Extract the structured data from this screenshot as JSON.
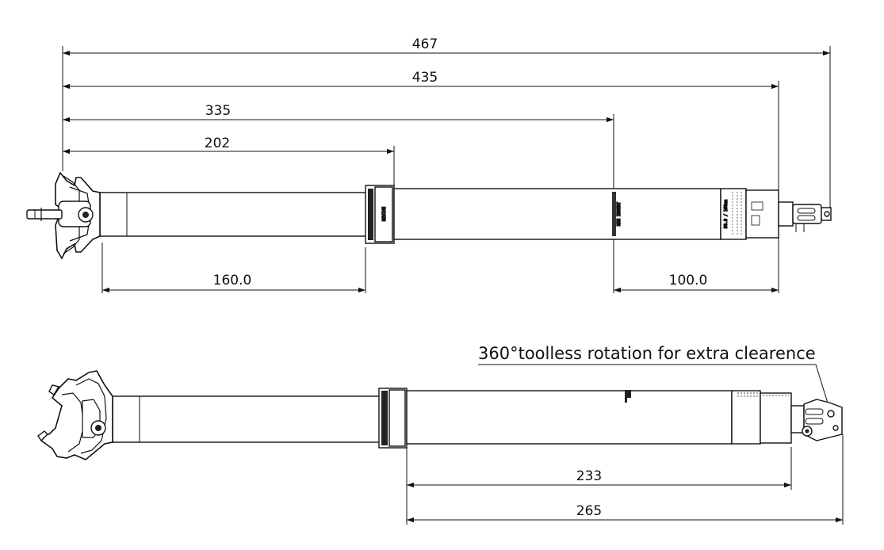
{
  "top_view": {
    "dimensions": {
      "overall": "467",
      "length_435": "435",
      "length_335": "335",
      "length_202": "202",
      "travel": "160.0",
      "insertion": "100.0"
    },
    "collar_text": "REVIVE",
    "stanchion_text": "MIN INSERT",
    "sticker_text": "30.9 / 160mm"
  },
  "bottom_view": {
    "note": "360°toolless rotation for extra clearence",
    "dimensions": {
      "length_233": "233",
      "length_265": "265"
    }
  },
  "colors": {
    "line": "#111111",
    "fill": "#ffffff",
    "dark": "#222222"
  }
}
